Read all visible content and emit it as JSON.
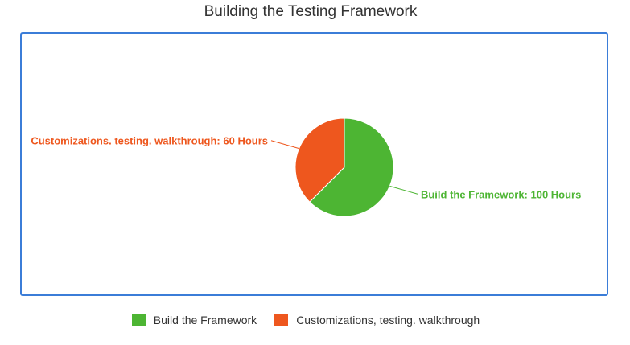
{
  "chart_data": {
    "type": "pie",
    "title": "Building the Testing Framework",
    "slices": [
      {
        "label": "Build the Framework",
        "value": 100,
        "color": "#4db533",
        "data_label": "Build the Framework: 100 Hours"
      },
      {
        "label": "Customizations, testing. walkthrough",
        "value": 60,
        "color": "#ee571e",
        "data_label": "Customizations. testing. walkthrough: 60 Hours"
      }
    ],
    "legend": {
      "placement": "bottom",
      "items": [
        "Build the Framework",
        "Customizations, testing. walkthrough"
      ]
    }
  }
}
